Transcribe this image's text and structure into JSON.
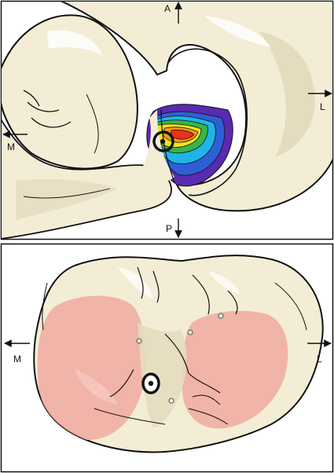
{
  "colors": {
    "bone": "#f3edd6",
    "bone_shadow": "#e2d9bc",
    "outline": "#111111",
    "cartilage": "#f0a9a0",
    "heat_blue": "#3a2a9a",
    "heat_purple": "#5a2ab0",
    "heat_cyan": "#1fb5e6",
    "heat_green": "#35b54a",
    "heat_yellow": "#f3e21b",
    "heat_orange": "#f39a1b",
    "heat_red": "#e8321b"
  },
  "top_panel": {
    "labels": {
      "anterior": "A",
      "posterior": "P",
      "medial": "M",
      "lateral": "L"
    }
  },
  "bottom_panel": {
    "labels": {
      "medial": "M",
      "lateral": "L"
    }
  }
}
